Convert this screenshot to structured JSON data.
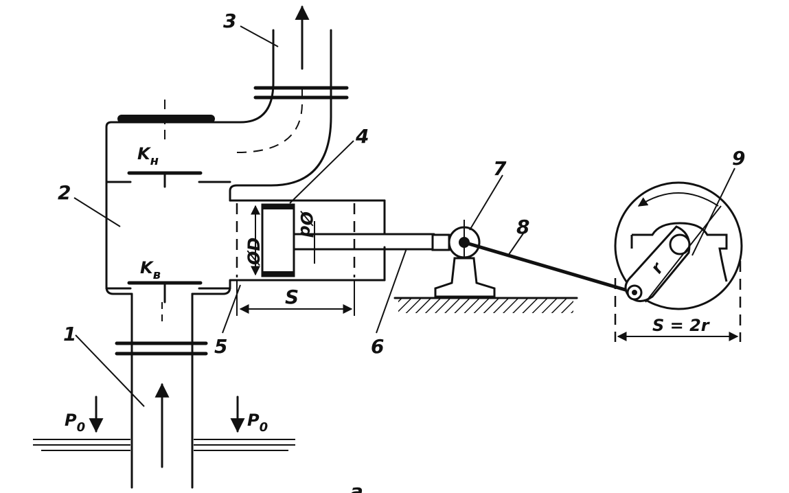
{
  "labels": {
    "suction_pipe": "1",
    "valve_box": "2",
    "discharge_pipe": "3",
    "piston": "4",
    "cylinder": "5",
    "piston_rod": "6",
    "crosshead": "7",
    "connecting_rod": "8",
    "crank": "9"
  },
  "symbols": {
    "discharge_valve": "K",
    "discharge_valve_sub": "н",
    "suction_valve": "K",
    "suction_valve_sub": "в",
    "pressure_left": "P",
    "pressure_left_sub": "0",
    "pressure_right": "P",
    "pressure_right_sub": "0",
    "piston_diameter": "ØD",
    "rod_diameter": "Ød",
    "stroke": "S",
    "stroke_formula": "S = 2r",
    "crank_radius": "r"
  },
  "caption": "а"
}
